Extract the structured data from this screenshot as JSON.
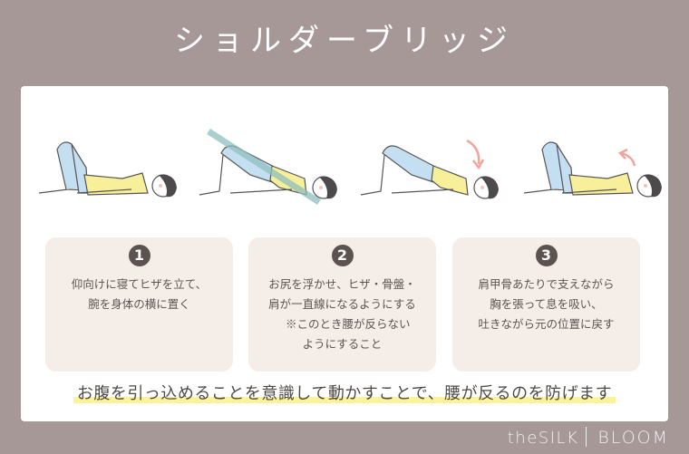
{
  "header": {
    "title": "ショルダーブリッジ"
  },
  "colors": {
    "background": "#a69897",
    "card": "#ffffff",
    "step_card": "#f5ede8",
    "badge": "#5c5250",
    "legs": "#c5dff2",
    "shirt": "#f8ef9a",
    "hair": "#4e4a4c",
    "guide_line": "#8fbfbf",
    "arrow": "#f0a49a",
    "highlight": "#fbf29b"
  },
  "illustrations": [
    {
      "pose": "lying-knees-bent",
      "arrow": "none"
    },
    {
      "pose": "hips-raised-alignment-line",
      "arrow": "none"
    },
    {
      "pose": "hips-raised",
      "arrow": "down"
    },
    {
      "pose": "lying-knees-bent",
      "arrow": "up"
    }
  ],
  "steps": [
    {
      "number": "1",
      "text": "仰向けに寝てヒザを立て、\n腕を身体の横に置く"
    },
    {
      "number": "2",
      "text": "お尻を浮かせ、ヒザ・骨盤・\n肩が一直線になるようにする\n　※このとき腰が反らない\nようにすること"
    },
    {
      "number": "3",
      "text": "肩甲骨あたりで支えながら\n胸を張って息を吸い、\n吐きながら元の位置に戻す"
    }
  ],
  "tip": "お腹を引っ込めることを意識して動かすことで、腰が反るのを防げます",
  "brand": {
    "left": "theSILK",
    "right": "BLOOM"
  }
}
